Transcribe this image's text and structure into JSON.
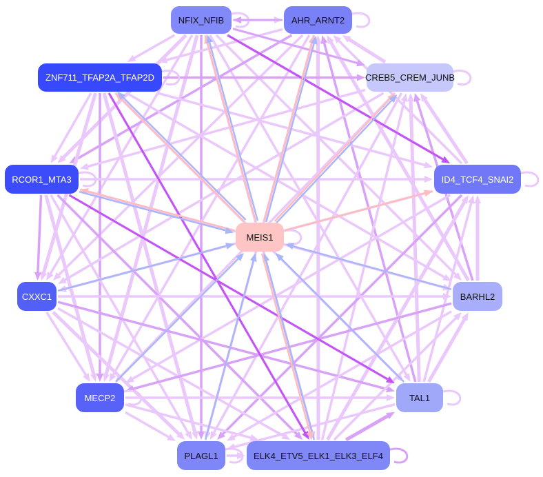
{
  "nodes": [
    {
      "id": "NFIX_NFIB",
      "label": "NFIX_NFIB",
      "color": "#8289fa",
      "text": "#111"
    },
    {
      "id": "AHR_ARNT2",
      "label": "AHR_ARNT2",
      "color": "#7a80f8",
      "text": "#111"
    },
    {
      "id": "ZNF711_TFAP2A_TFAP2D",
      "label": "ZNF711_TFAP2A_TFAP2D",
      "color": "#3848fc",
      "text": "#fff"
    },
    {
      "id": "CREB5_CREM_JUNB",
      "label": "CREB5_CREM_JUNB",
      "color": "#c6c8fc",
      "text": "#111"
    },
    {
      "id": "RCOR1_MTA3",
      "label": "RCOR1_MTA3",
      "color": "#3c4cfa",
      "text": "#fff"
    },
    {
      "id": "ID4_TCF4_SNAI2",
      "label": "ID4_TCF4_SNAI2",
      "color": "#7078f8",
      "text": "#fff"
    },
    {
      "id": "MEIS1",
      "label": "MEIS1",
      "color": "#ffc4c4",
      "text": "#111"
    },
    {
      "id": "CXXC1",
      "label": "CXXC1",
      "color": "#5260f8",
      "text": "#fff"
    },
    {
      "id": "BARHL2",
      "label": "BARHL2",
      "color": "#a8aefa",
      "text": "#111"
    },
    {
      "id": "MECP2",
      "label": "MECP2",
      "color": "#5862f8",
      "text": "#fff"
    },
    {
      "id": "TAL1",
      "label": "TAL1",
      "color": "#a0a8fa",
      "text": "#111"
    },
    {
      "id": "PLAGL1",
      "label": "PLAGL1",
      "color": "#7f86f8",
      "text": "#111"
    },
    {
      "id": "ELK4_ETV5_ELK1_ELK3_ELF4",
      "label": "ELK4_ETV5_ELK1_ELK3_ELF4",
      "color": "#8088f8",
      "text": "#111"
    }
  ],
  "edge_colors": {
    "light": "#ebc8fc",
    "mid": "#d8a2f8",
    "strong": "#c455f5",
    "blue": "#aab6fa",
    "pink": "#ffbcbc"
  },
  "highlight_edges": [
    [
      "NFIX_NFIB",
      "ID4_TCF4_SNAI2",
      "strong"
    ],
    [
      "NFIX_NFIB",
      "CREB5_CREM_JUNB",
      "mid"
    ],
    [
      "RCOR1_MTA3",
      "TAL1",
      "strong"
    ],
    [
      "ZNF711_TFAP2A_TFAP2D",
      "ELK4_ETV5_ELK1_ELK3_ELF4",
      "strong"
    ],
    [
      "AHR_ARNT2",
      "NFIX_NFIB",
      "mid"
    ],
    [
      "MEIS1",
      "NFIX_NFIB",
      "pink"
    ],
    [
      "MEIS1",
      "NFIX_NFIB",
      "blue"
    ],
    [
      "MEIS1",
      "AHR_ARNT2",
      "pink"
    ],
    [
      "MEIS1",
      "AHR_ARNT2",
      "blue"
    ],
    [
      "MEIS1",
      "ZNF711_TFAP2A_TFAP2D",
      "pink"
    ],
    [
      "MEIS1",
      "ZNF711_TFAP2A_TFAP2D",
      "blue"
    ],
    [
      "MEIS1",
      "CREB5_CREM_JUNB",
      "pink"
    ],
    [
      "MEIS1",
      "CREB5_CREM_JUNB",
      "blue"
    ],
    [
      "MEIS1",
      "RCOR1_MTA3",
      "pink"
    ],
    [
      "RCOR1_MTA3",
      "MEIS1",
      "blue"
    ],
    [
      "MEIS1",
      "ID4_TCF4_SNAI2",
      "pink"
    ],
    [
      "CXXC1",
      "MEIS1",
      "blue"
    ],
    [
      "BARHL2",
      "MEIS1",
      "blue"
    ],
    [
      "MECP2",
      "MEIS1",
      "blue"
    ],
    [
      "TAL1",
      "MEIS1",
      "blue"
    ],
    [
      "PLAGL1",
      "MEIS1",
      "blue"
    ],
    [
      "ELK4_ETV5_ELK1_ELK3_ELF4",
      "MEIS1",
      "blue"
    ],
    [
      "MEIS1",
      "ELK4_ETV5_ELK1_ELK3_ELF4",
      "pink"
    ]
  ],
  "self_loops": [
    "NFIX_NFIB",
    "AHR_ARNT2",
    "ZNF711_TFAP2A_TFAP2D",
    "CREB5_CREM_JUNB",
    "RCOR1_MTA3",
    "ID4_TCF4_SNAI2",
    "MEIS1",
    "TAL1",
    "ELK4_ETV5_ELK1_ELK3_ELF4",
    "MECP2",
    "PLAGL1"
  ]
}
